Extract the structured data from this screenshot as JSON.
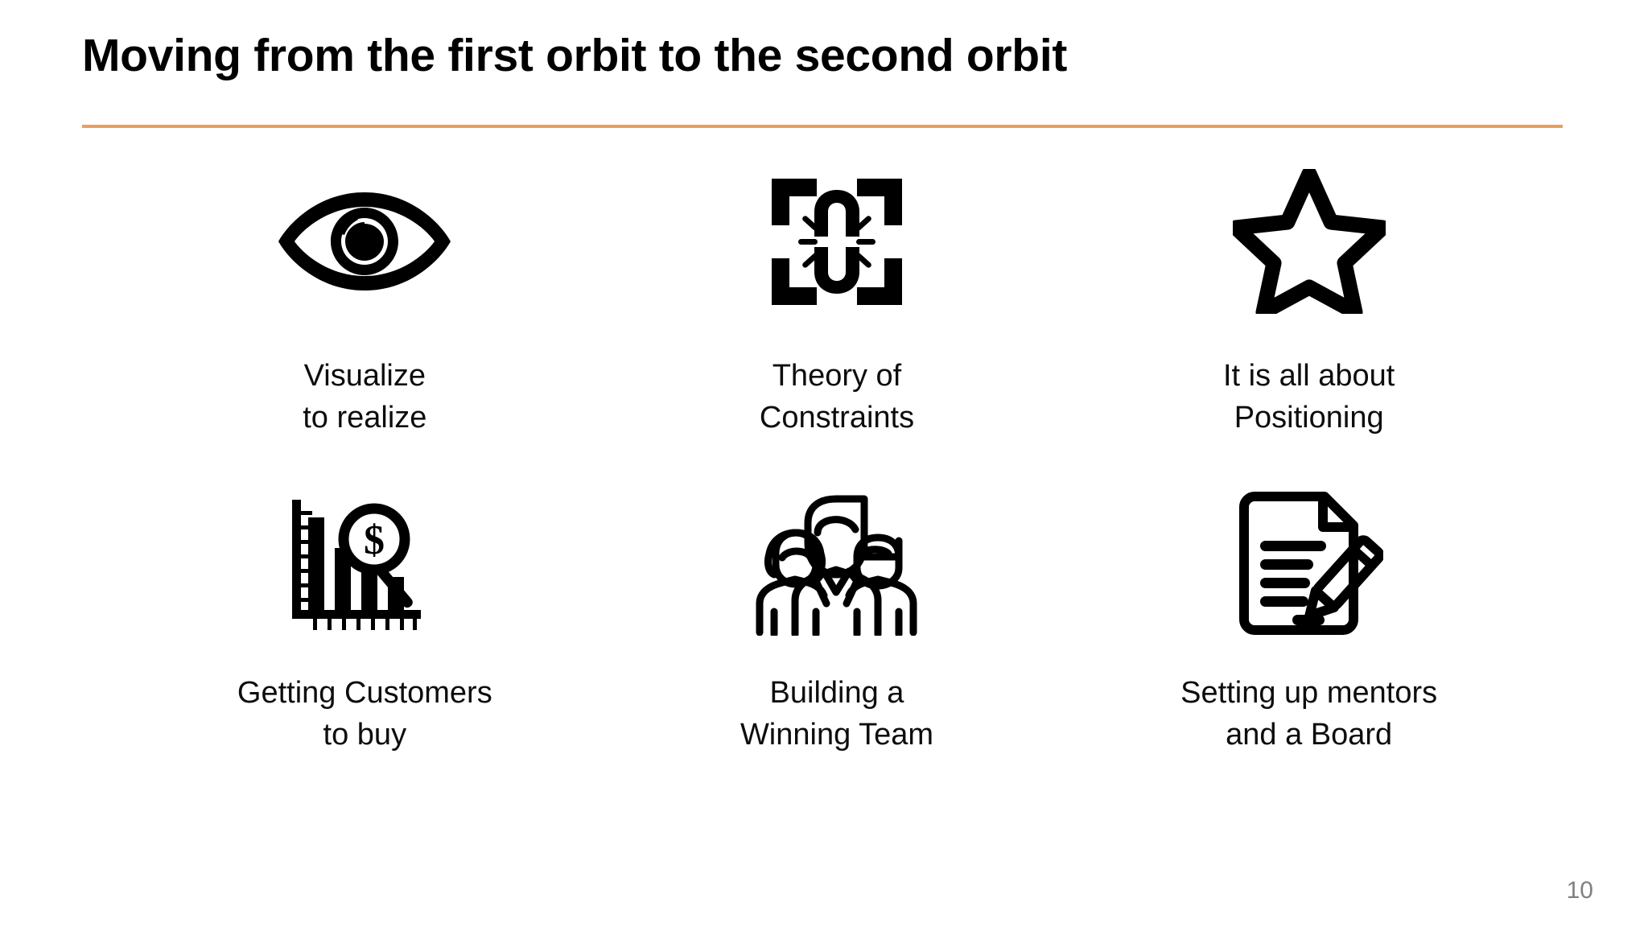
{
  "slide": {
    "title": "Moving from the first orbit to the second orbit",
    "page_number": "10",
    "accent_color": "#e8a05e",
    "text_color": "#0d0d0d",
    "page_number_color": "#808080",
    "background_color": "#ffffff"
  },
  "items": [
    {
      "icon": "eye-icon",
      "line1": "Visualize",
      "line2": "to realize"
    },
    {
      "icon": "broken-chain-link-icon",
      "line1": "Theory of",
      "line2": "Constraints"
    },
    {
      "icon": "star-outline-icon",
      "line1": "It is all about",
      "line2": "Positioning"
    },
    {
      "icon": "bar-chart-dollar-magnifier-icon",
      "line1": "Getting Customers",
      "line2": "to buy"
    },
    {
      "icon": "team-people-icon",
      "line1": "Building a",
      "line2": "Winning Team"
    },
    {
      "icon": "document-pencil-icon",
      "line1": "Setting up mentors",
      "line2": "and a Board"
    }
  ]
}
